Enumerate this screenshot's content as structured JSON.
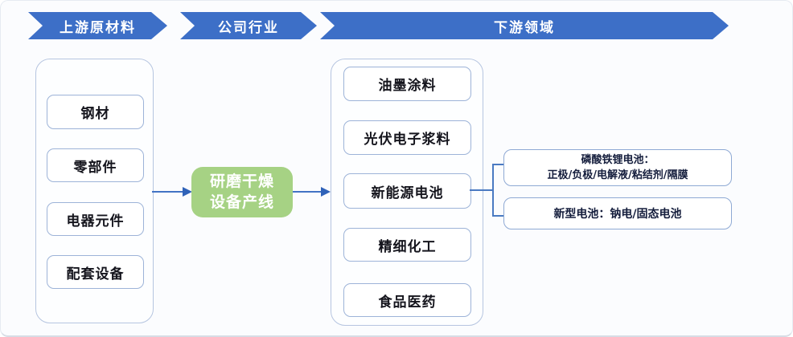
{
  "banners": [
    {
      "label": "上游原材料"
    },
    {
      "label": "公司行业"
    },
    {
      "label": "下游领域"
    }
  ],
  "upstream": {
    "items": [
      "钢材",
      "零部件",
      "电器元件",
      "配套设备"
    ]
  },
  "company": {
    "lines": [
      "研磨干燥",
      "设备产线"
    ]
  },
  "downstream": {
    "items": [
      "油墨涂料",
      "光伏电子浆料",
      "新能源电池",
      "精细化工",
      "食品医药"
    ]
  },
  "battery_details": [
    {
      "line1": "磷酸铁锂电池：",
      "line2": "正极/负极/电解液/粘结剂/隔膜"
    },
    {
      "line1": "新型电池：钠电/固态电池",
      "line2": ""
    }
  ],
  "colors": {
    "banner_blue": "#3d6fc7",
    "arrow_blue": "#4273c4",
    "company_green": "#a6d284",
    "box_border": "#9db3d8",
    "group_border": "#b6c5e0"
  }
}
